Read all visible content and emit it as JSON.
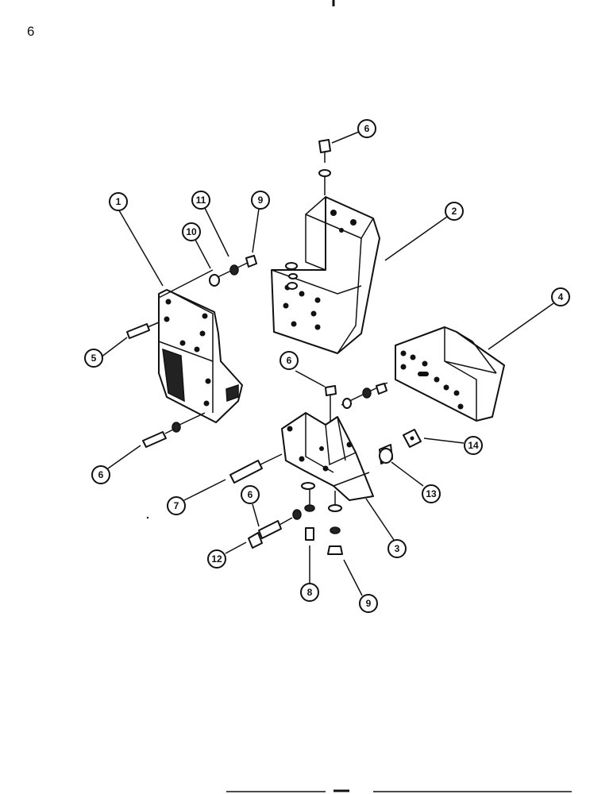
{
  "page": {
    "number": "6"
  },
  "callouts": [
    {
      "id": "c1",
      "label": "1"
    },
    {
      "id": "c2",
      "label": "2"
    },
    {
      "id": "c3",
      "label": "3"
    },
    {
      "id": "c4",
      "label": "4"
    },
    {
      "id": "c5",
      "label": "5"
    },
    {
      "id": "c6a",
      "label": "6"
    },
    {
      "id": "c6b",
      "label": "6"
    },
    {
      "id": "c6c",
      "label": "6"
    },
    {
      "id": "c6d",
      "label": "6"
    },
    {
      "id": "c7",
      "label": "7"
    },
    {
      "id": "c8",
      "label": "8"
    },
    {
      "id": "c9a",
      "label": "9"
    },
    {
      "id": "c9b",
      "label": "9"
    },
    {
      "id": "c10",
      "label": "10"
    },
    {
      "id": "c11",
      "label": "11"
    },
    {
      "id": "c12",
      "label": "12"
    },
    {
      "id": "c13",
      "label": "13"
    },
    {
      "id": "c14",
      "label": "14"
    }
  ]
}
